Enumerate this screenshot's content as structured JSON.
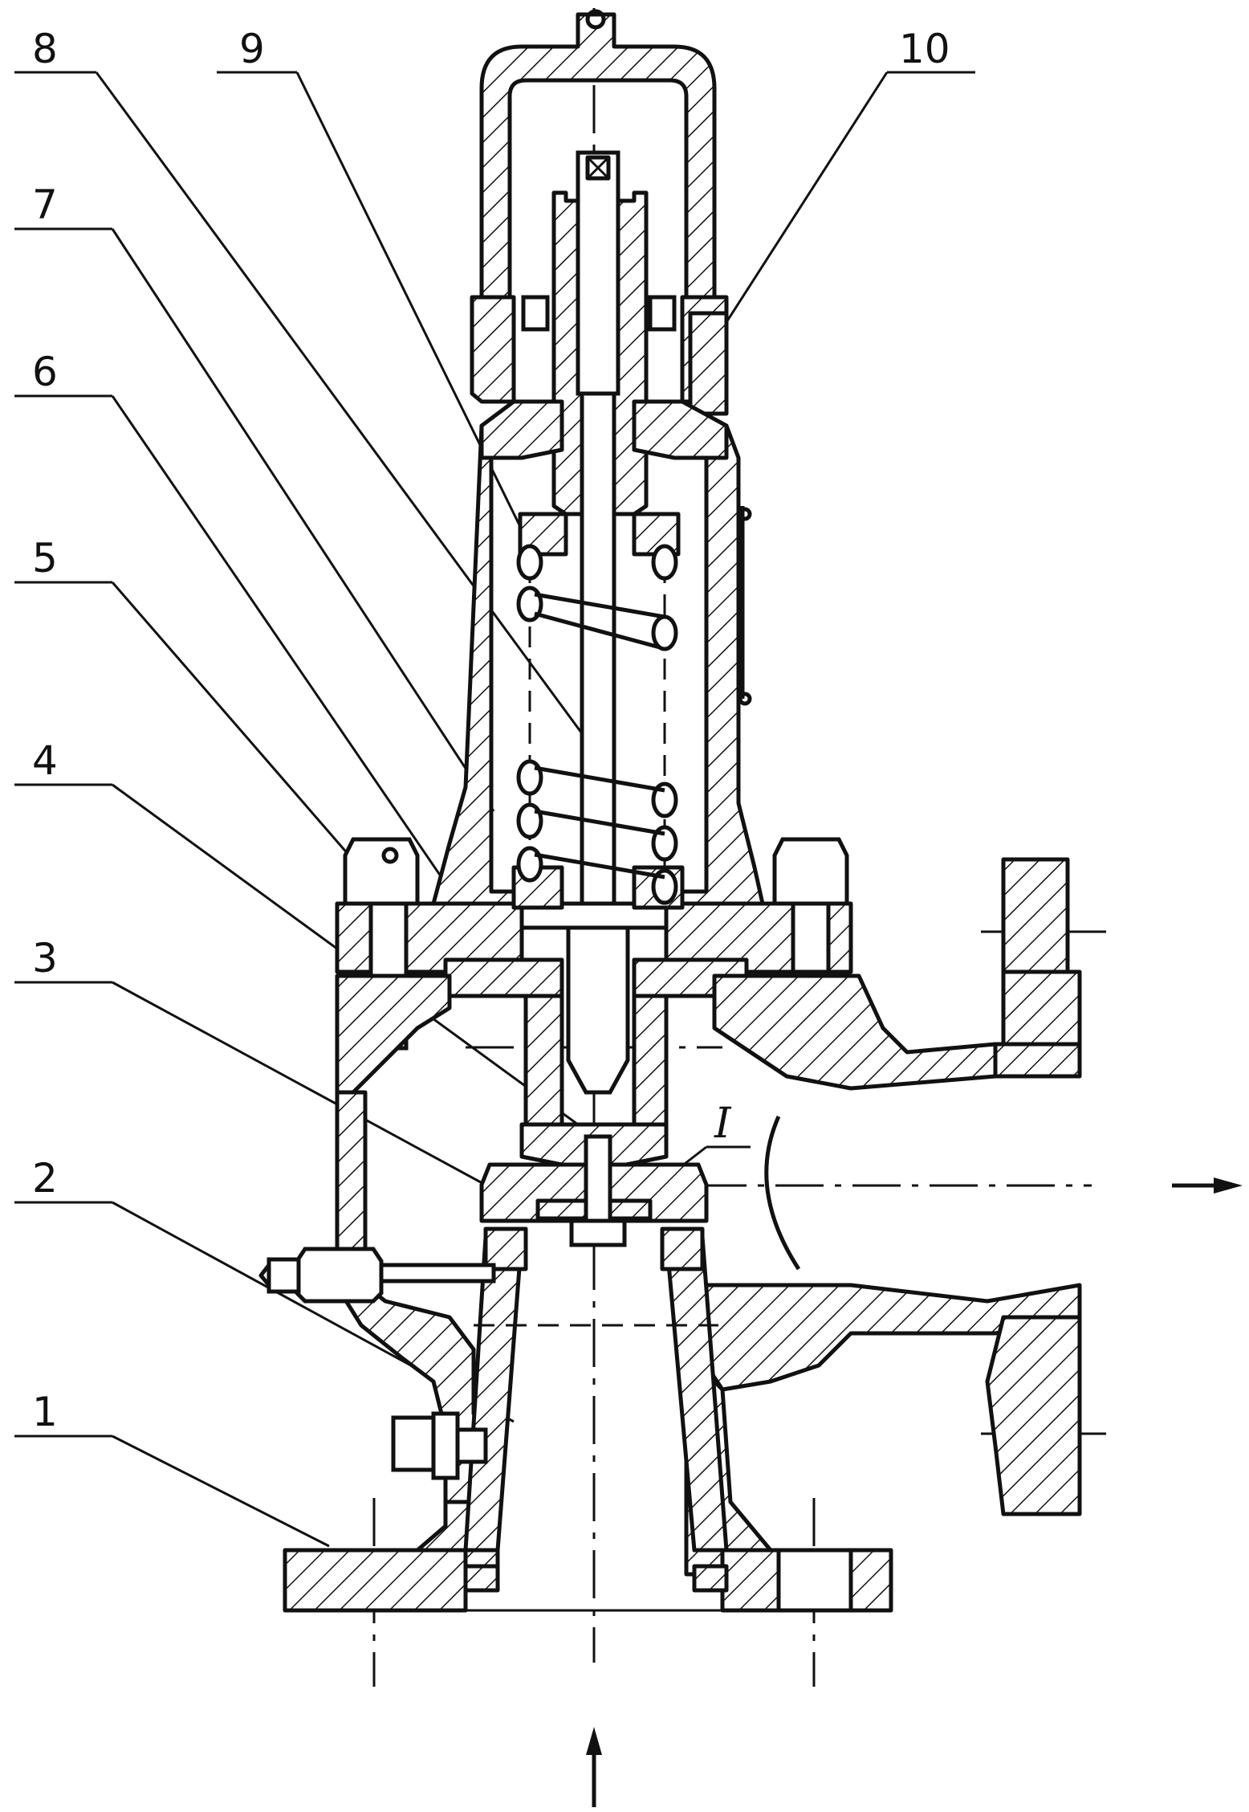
{
  "callouts": [
    {
      "id": "1",
      "label": "1"
    },
    {
      "id": "2",
      "label": "2"
    },
    {
      "id": "3",
      "label": "3"
    },
    {
      "id": "4",
      "label": "4"
    },
    {
      "id": "5",
      "label": "5"
    },
    {
      "id": "6",
      "label": "6"
    },
    {
      "id": "7",
      "label": "7"
    },
    {
      "id": "8",
      "label": "8"
    },
    {
      "id": "9",
      "label": "9"
    },
    {
      "id": "10",
      "label": "10"
    }
  ],
  "detail_mark": "I",
  "icons": {
    "flow_in": "arrow-up-icon",
    "flow_out": "arrow-right-icon"
  }
}
